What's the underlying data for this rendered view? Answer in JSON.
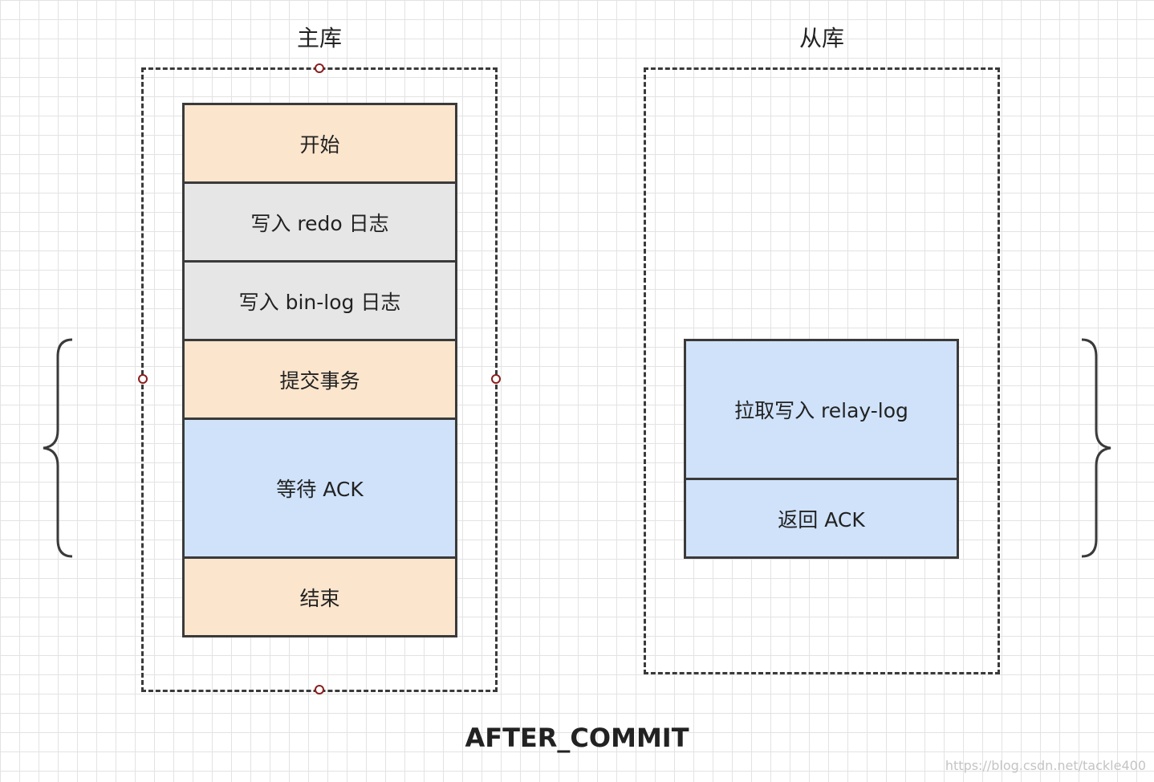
{
  "master": {
    "title": "主库",
    "steps": [
      {
        "label": "开始",
        "color": "#fbe5cd"
      },
      {
        "label": "写入 redo 日志",
        "color": "#e6e6e6"
      },
      {
        "label": "写入 bin-log 日志",
        "color": "#e6e6e6"
      },
      {
        "label": "提交事务",
        "color": "#fbe5cd"
      },
      {
        "label": "等待 ACK",
        "color": "#cfe2fa"
      },
      {
        "label": "结束",
        "color": "#fbe5cd"
      }
    ]
  },
  "slave": {
    "title": "从库",
    "steps": [
      {
        "label": "拉取写入 relay-log",
        "color": "#cfe2fa"
      },
      {
        "label": "返回 ACK",
        "color": "#cfe2fa"
      }
    ]
  },
  "footer": "AFTER_COMMIT",
  "watermark": "https://blog.csdn.net/tackle400",
  "colors": {
    "stroke": "#3a3a3a",
    "peach": "#fbe5cd",
    "gray": "#e6e6e6",
    "blue": "#cfe2fa",
    "handle": "#8b1e1e"
  }
}
